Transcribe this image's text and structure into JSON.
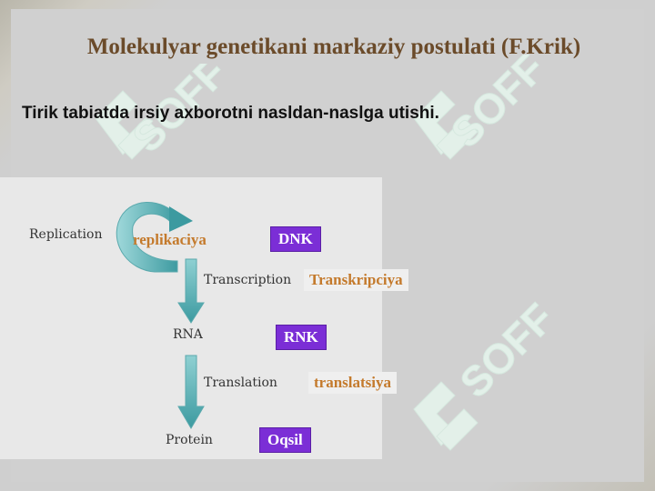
{
  "slide": {
    "title": "Molekulyar genetikani markaziy postulati (F.Krik)",
    "subtitle": "Tirik tabiatda irsiy axborotni nasldan-naslga utishi."
  },
  "diagram": {
    "steps": [
      {
        "english": "Replication",
        "uzbek": "replikaciya"
      },
      {
        "english": "Transcription",
        "uzbek": "Transkripciya"
      },
      {
        "english": "Translation",
        "uzbek": "translatsiya"
      }
    ],
    "molecules": [
      {
        "english": "RNA"
      },
      {
        "english": "Protein"
      }
    ],
    "badges": [
      "DNK",
      "RNK",
      "Oqsil"
    ]
  },
  "watermark": {
    "text": "SOFF"
  },
  "colors": {
    "title": "#6b4b2a",
    "uzbek_label": "#c47a2c",
    "badge": "#7b2ed6",
    "arrow": "#4aa3a8",
    "watermark": "#e6f2ec"
  }
}
